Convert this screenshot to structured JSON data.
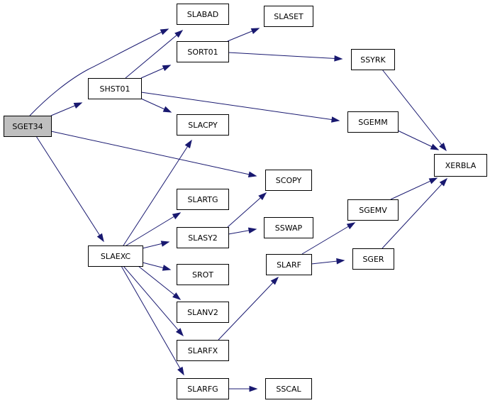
{
  "graph": {
    "nodes": [
      {
        "id": "SGET34",
        "label": "SGET34",
        "root": true
      },
      {
        "id": "SHST01",
        "label": "SHST01"
      },
      {
        "id": "SLAEXC",
        "label": "SLAEXC"
      },
      {
        "id": "SLABAD",
        "label": "SLABAD"
      },
      {
        "id": "SORT01",
        "label": "SORT01"
      },
      {
        "id": "SLACPY",
        "label": "SLACPY"
      },
      {
        "id": "SLARTG",
        "label": "SLARTG"
      },
      {
        "id": "SLASY2",
        "label": "SLASY2"
      },
      {
        "id": "SROT",
        "label": "SROT"
      },
      {
        "id": "SLANV2",
        "label": "SLANV2"
      },
      {
        "id": "SLARFX",
        "label": "SLARFX"
      },
      {
        "id": "SLARFG",
        "label": "SLARFG"
      },
      {
        "id": "SLASET",
        "label": "SLASET"
      },
      {
        "id": "SCOPY",
        "label": "SCOPY"
      },
      {
        "id": "SSWAP",
        "label": "SSWAP"
      },
      {
        "id": "SLARF",
        "label": "SLARF"
      },
      {
        "id": "SSCAL",
        "label": "SSCAL"
      },
      {
        "id": "SSYRK",
        "label": "SSYRK"
      },
      {
        "id": "SGEMM",
        "label": "SGEMM"
      },
      {
        "id": "SGEMV",
        "label": "SGEMV"
      },
      {
        "id": "SGER",
        "label": "SGER"
      },
      {
        "id": "XERBLA",
        "label": "XERBLA"
      }
    ],
    "edges": [
      {
        "from": "SGET34",
        "to": "SLABAD"
      },
      {
        "from": "SGET34",
        "to": "SHST01"
      },
      {
        "from": "SGET34",
        "to": "SCOPY"
      },
      {
        "from": "SGET34",
        "to": "SLAEXC"
      },
      {
        "from": "SHST01",
        "to": "SLABAD"
      },
      {
        "from": "SHST01",
        "to": "SORT01"
      },
      {
        "from": "SHST01",
        "to": "SLACPY"
      },
      {
        "from": "SHST01",
        "to": "SGEMM"
      },
      {
        "from": "SORT01",
        "to": "SLASET"
      },
      {
        "from": "SORT01",
        "to": "SSYRK"
      },
      {
        "from": "SLAEXC",
        "to": "SLACPY"
      },
      {
        "from": "SLAEXC",
        "to": "SLARTG"
      },
      {
        "from": "SLAEXC",
        "to": "SLASY2"
      },
      {
        "from": "SLAEXC",
        "to": "SROT"
      },
      {
        "from": "SLAEXC",
        "to": "SLANV2"
      },
      {
        "from": "SLAEXC",
        "to": "SLARFX"
      },
      {
        "from": "SLAEXC",
        "to": "SLARFG"
      },
      {
        "from": "SLASY2",
        "to": "SCOPY"
      },
      {
        "from": "SLASY2",
        "to": "SSWAP"
      },
      {
        "from": "SLARFX",
        "to": "SLARF"
      },
      {
        "from": "SLARFG",
        "to": "SSCAL"
      },
      {
        "from": "SLARF",
        "to": "SGEMV"
      },
      {
        "from": "SLARF",
        "to": "SGER"
      },
      {
        "from": "SSYRK",
        "to": "XERBLA"
      },
      {
        "from": "SGEMM",
        "to": "XERBLA"
      },
      {
        "from": "SGEMV",
        "to": "XERBLA"
      },
      {
        "from": "SGER",
        "to": "XERBLA"
      }
    ]
  },
  "colors": {
    "edge": "#191970",
    "node_border": "#000000",
    "node_fill": "#ffffff",
    "root_fill": "#bfbfbf"
  }
}
